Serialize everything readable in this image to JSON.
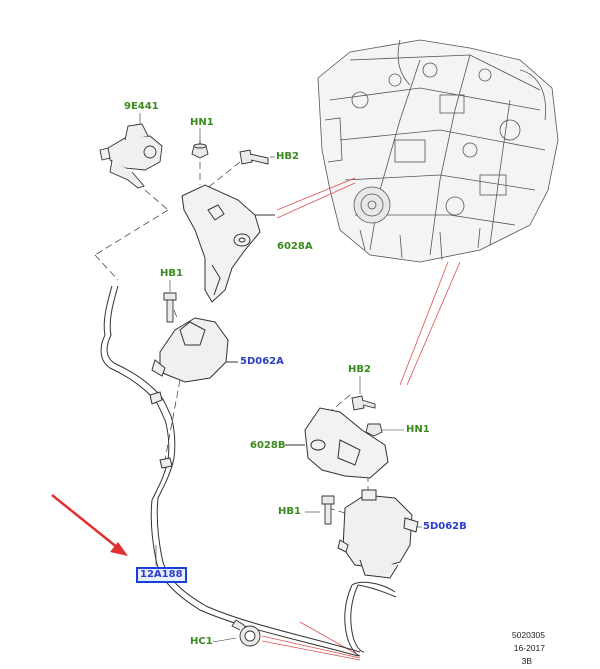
{
  "parts": {
    "p9E441": "9E441",
    "hn1_top": "HN1",
    "hb2_top": "HB2",
    "p6028A": "6028A",
    "hb1_top": "HB1",
    "p5D062A": "5D062A",
    "hb2_right": "HB2",
    "hn1_right": "HN1",
    "p6028B": "6028B",
    "hb1_right": "HB1",
    "p5D062B": "5D062B",
    "p12A188": "12A188",
    "hc1": "HC1"
  },
  "reference": {
    "code": "5020305",
    "date": "16-2017",
    "rev": "3B"
  },
  "colors": {
    "label_green": "#3a8a1e",
    "label_blue": "#2a3fc8",
    "highlight_box": "#1a3fe0",
    "leader_red": "#e05050",
    "arrow_red": "#e03030"
  }
}
